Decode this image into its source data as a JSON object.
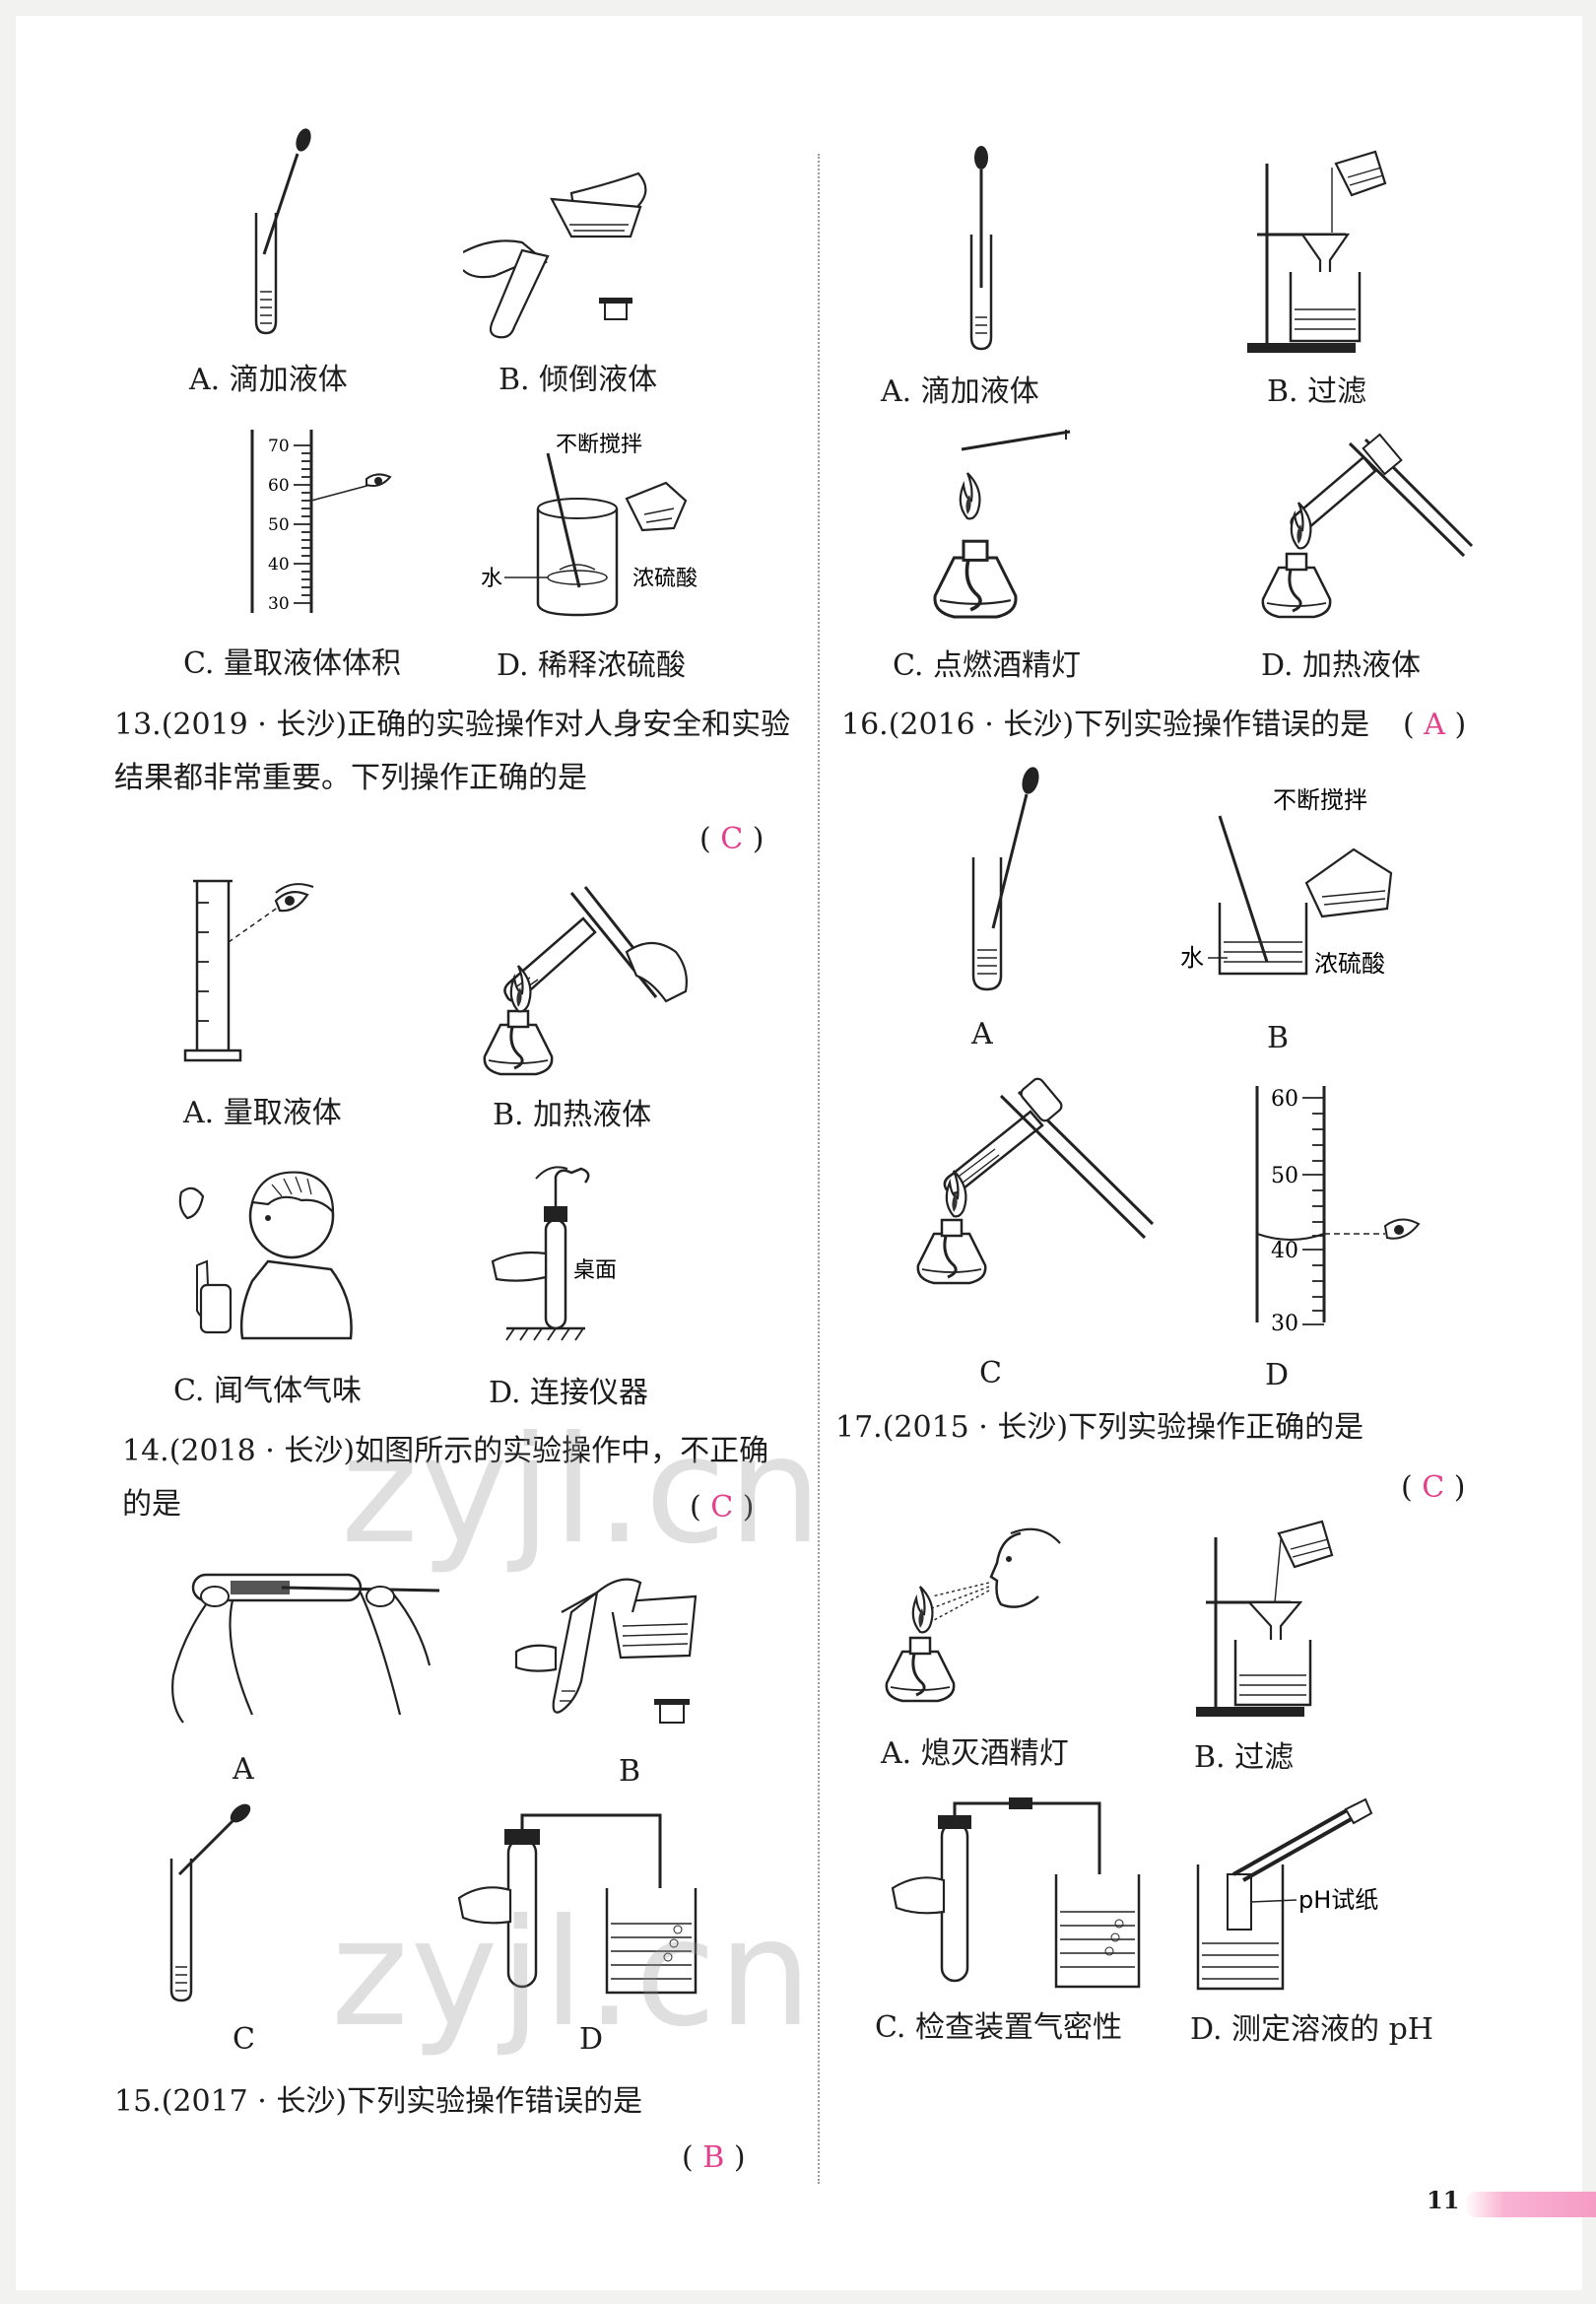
{
  "q12": {
    "cap_a": "A. 滴加液体",
    "cap_b": "B. 倾倒液体",
    "cap_c": "C. 量取液体体积",
    "cap_d": "D. 稀释浓硫酸",
    "fig_c_ticks": [
      "70",
      "60",
      "50",
      "40",
      "30"
    ],
    "fig_d_stir": "不断搅拌",
    "fig_d_water": "水",
    "fig_d_acid": "浓硫酸"
  },
  "q13": {
    "number": "13.",
    "source": "(2019 · 长沙)",
    "stem": "正确的实验操作对人身安全和实验结果都非常重要。下列操作正确的是",
    "paren_open": "(",
    "answer": "C",
    "paren_close": ")",
    "cap_a": "A. 量取液体",
    "cap_b": "B. 加热液体",
    "cap_c": "C. 闻气体气味",
    "cap_d": "D. 连接仪器",
    "fig_d_desk": "桌面"
  },
  "q14": {
    "number": "14.",
    "source": "(2018 · 长沙)",
    "stem": "如图所示的实验操作中，不正确的是",
    "paren_open": "(",
    "answer": "C",
    "paren_close": ")",
    "cap_a": "A",
    "cap_b": "B",
    "cap_c": "C",
    "cap_d": "D"
  },
  "q15": {
    "number": "15.",
    "source": "(2017 · 长沙)",
    "stem": "下列实验操作错误的是",
    "paren_open": "(",
    "answer": "B",
    "paren_close": ")",
    "cap_a": "A. 滴加液体",
    "cap_b": "B. 过滤",
    "cap_c": "C. 点燃酒精灯",
    "cap_d": "D. 加热液体"
  },
  "q16": {
    "number": "16.",
    "source": "(2016 · 长沙)",
    "stem": "下列实验操作错误的是",
    "paren_open": "(",
    "answer": "A",
    "paren_close": ")",
    "cap_a": "A",
    "cap_b": "B",
    "cap_c": "C",
    "cap_d": "D",
    "fig_b_stir": "不断搅拌",
    "fig_b_water": "水",
    "fig_b_acid": "浓硫酸",
    "fig_d_ticks": [
      "60",
      "50",
      "40",
      "30"
    ]
  },
  "q17": {
    "number": "17.",
    "source": "(2015 · 长沙)",
    "stem": "下列实验操作正确的是",
    "paren_open": "(",
    "answer": "C",
    "paren_close": ")",
    "cap_a": "A. 熄灭酒精灯",
    "cap_b": "B. 过滤",
    "cap_c": "C. 检查装置气密性",
    "cap_d": "D. 测定溶液的 pH",
    "fig_d_label": "pH试纸"
  },
  "watermark": "zyjl.cn",
  "page_number": "11"
}
